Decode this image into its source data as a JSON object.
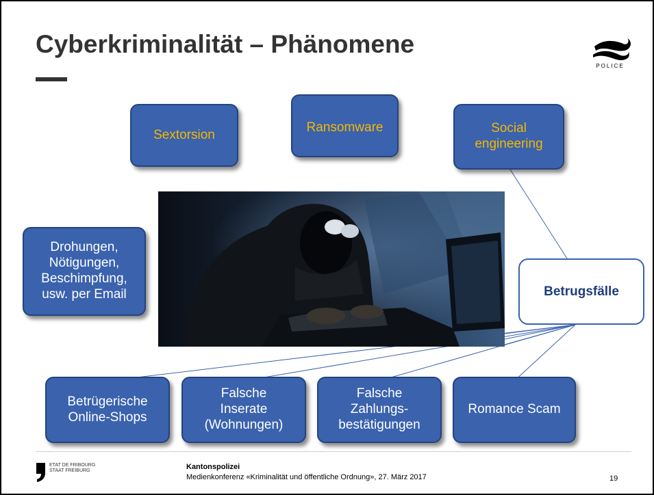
{
  "slide": {
    "title": "Cyberkriminalität – Phänomene",
    "logo_text": "POLICE",
    "image_description_icon": "hooded-hacker-photo"
  },
  "top_boxes": [
    {
      "lines": [
        "Sextorsion"
      ]
    },
    {
      "lines": [
        "Ransomware"
      ]
    },
    {
      "lines": [
        "Social",
        "engineering"
      ]
    }
  ],
  "threat_box": {
    "lines": [
      "Drohungen,",
      "Nötigungen,",
      "Beschimpfung,",
      "usw. per Email"
    ]
  },
  "fraud_box": {
    "label": "Betrugsfälle"
  },
  "bottom_boxes": [
    {
      "lines": [
        "Betrügerische",
        "Online-Shops"
      ]
    },
    {
      "lines": [
        "Falsche",
        "Inserate",
        "(Wohnungen)"
      ]
    },
    {
      "lines": [
        "Falsche",
        "Zahlungs-",
        "bestätigungen"
      ]
    },
    {
      "lines": [
        "Romance Scam"
      ]
    }
  ],
  "footer": {
    "canton_lines": [
      "ETAT DE FRIBOURG",
      "STAAT FREIBURG"
    ],
    "organization": "Kantonspolizei",
    "event": "Medienkonferenz «Kriminalität und öffentliche Ordnung», 27. März 2017",
    "page_number": "19"
  },
  "colors": {
    "box_fill": "#3a62ad",
    "box_border": "#24437d",
    "gold_text": "#f5b800",
    "connector": "#3a62ad"
  }
}
